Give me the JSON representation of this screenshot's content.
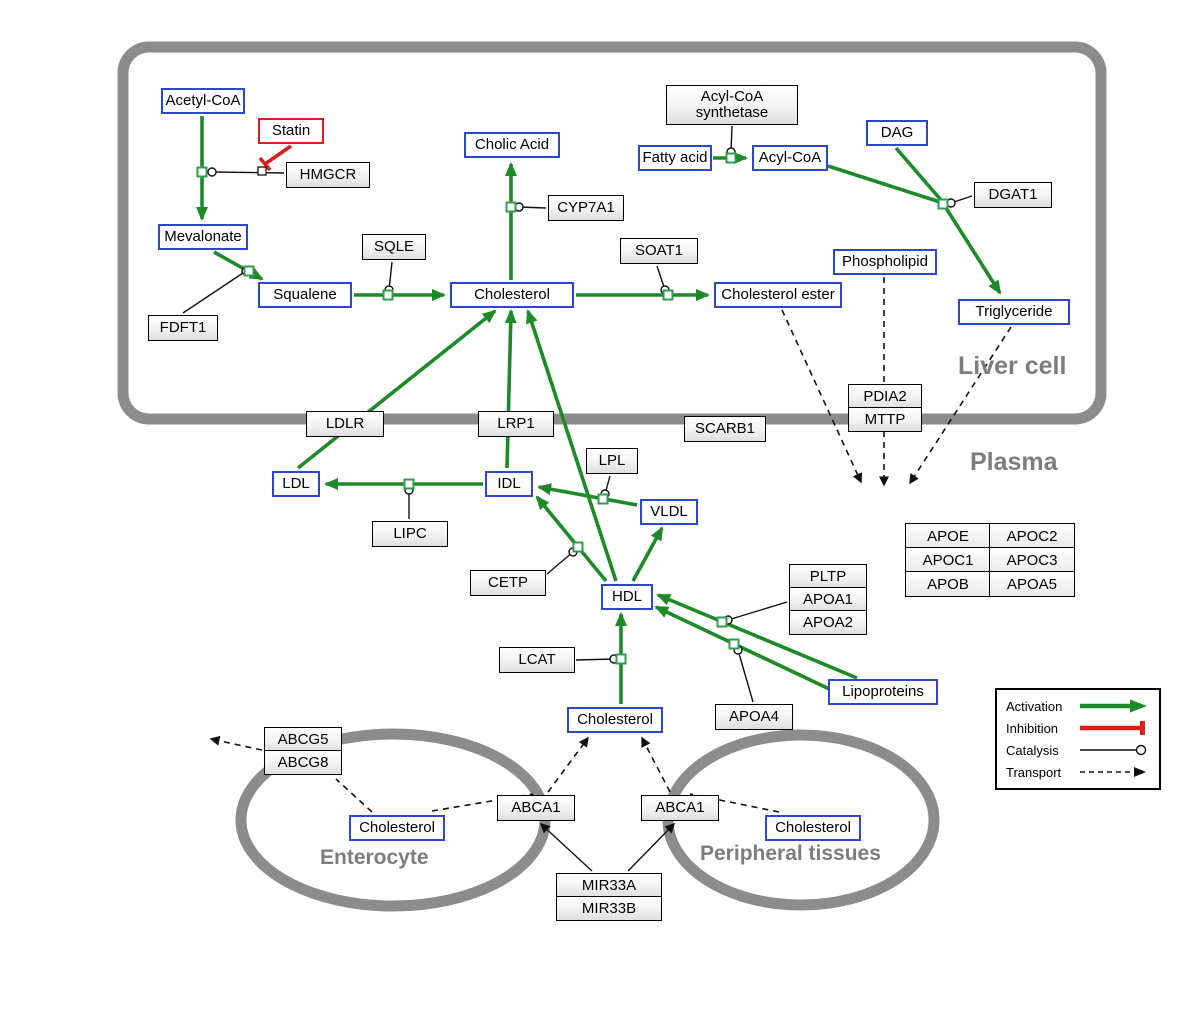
{
  "regions": {
    "liver_cell": "Liver cell",
    "plasma": "Plasma",
    "enterocyte": "Enterocyte",
    "peripheral_tissues": "Peripheral tissues"
  },
  "metabolites": {
    "acetyl_coa": "Acetyl-CoA",
    "mevalonate": "Mevalonate",
    "squalene": "Squalene",
    "cholic_acid": "Cholic Acid",
    "cholesterol_liver": "Cholesterol",
    "cholesterol_ester": "Cholesterol ester",
    "fatty_acid": "Fatty acid",
    "acyl_coa": "Acyl-CoA",
    "dag": "DAG",
    "phospholipid": "Phospholipid",
    "triglyceride": "Triglyceride",
    "ldl": "LDL",
    "idl": "IDL",
    "vldl": "VLDL",
    "hdl": "HDL",
    "lipoproteins": "Lipoproteins",
    "cholesterol_plasma": "Cholesterol",
    "cholesterol_enterocyte": "Cholesterol",
    "cholesterol_peripheral": "Cholesterol"
  },
  "proteins": {
    "hmgcr": "HMGCR",
    "fdft1": "FDFT1",
    "sqle": "SQLE",
    "cyp7a1": "CYP7A1",
    "soat1": "SOAT1",
    "acyl_coa_synthetase": "Acyl-CoA synthetase",
    "dgat1": "DGAT1",
    "ldlr": "LDLR",
    "lrp1": "LRP1",
    "scarb1": "SCARB1",
    "pdia2": "PDIA2",
    "mttp": "MTTP",
    "lipc": "LIPC",
    "lpl": "LPL",
    "cetp": "CETP",
    "lcat": "LCAT",
    "pltp": "PLTP",
    "apoa1": "APOA1",
    "apoa2": "APOA2",
    "apoa4": "APOA4",
    "abcg5": "ABCG5",
    "abcg8": "ABCG8",
    "abca1_enterocyte": "ABCA1",
    "abca1_peripheral": "ABCA1",
    "mir33a": "MIR33A",
    "mir33b": "MIR33B"
  },
  "drugs": {
    "statin": "Statin"
  },
  "apo_table": {
    "rows": [
      [
        "APOE",
        "APOC2"
      ],
      [
        "APOC1",
        "APOC3"
      ],
      [
        "APOB",
        "APOA5"
      ]
    ]
  },
  "legend": {
    "activation": "Activation",
    "inhibition": "Inhibition",
    "catalysis": "Catalysis",
    "transport": "Transport"
  },
  "colors": {
    "metabolite_border": "#2d46cf",
    "protein_border": "#000000",
    "inhibitor_border": "#e01b1b",
    "activation_green": "#1d8a28",
    "inhibition_red": "#e01b1b",
    "membrane_gray": "#8c8c8c"
  }
}
